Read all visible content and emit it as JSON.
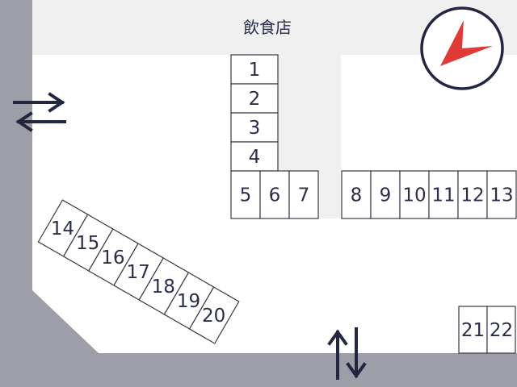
{
  "map": {
    "building_label": "飲食店",
    "compass_icon": "north-arrow-icon",
    "traffic_icons": [
      "two-way-horizontal-arrows-icon",
      "two-way-vertical-arrows-icon"
    ],
    "colors": {
      "road": "#9e9ea8",
      "building": "#f0f0f0",
      "lot": "#ffffff",
      "slot_stroke": "#3a3a46",
      "text": "#2a2e4a",
      "arrow": "#23263f",
      "compass_ring": "#23263f",
      "compass_arrow": "#e03a36"
    },
    "spaces": {
      "column": [
        "1",
        "2",
        "3",
        "4"
      ],
      "row_a": [
        "5",
        "6",
        "7"
      ],
      "row_b": [
        "8",
        "9",
        "10",
        "11",
        "12",
        "13"
      ],
      "diagonal": [
        "14",
        "15",
        "16",
        "17",
        "18",
        "19",
        "20"
      ],
      "corner": [
        "21",
        "22"
      ]
    }
  }
}
